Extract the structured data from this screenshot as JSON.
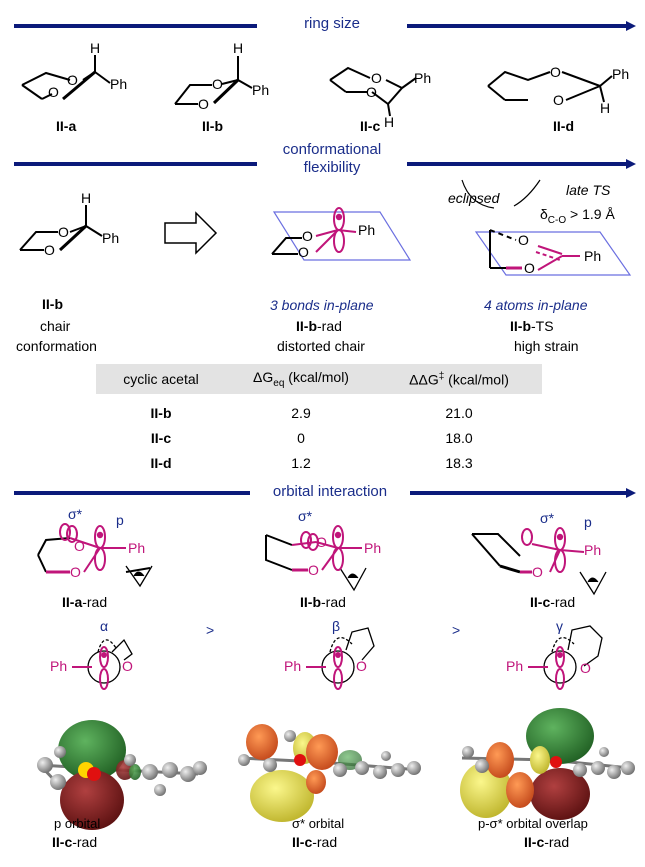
{
  "headers": {
    "ring_size": "ring size",
    "flexibility_line1": "conformational",
    "flexibility_line2": "flexibility",
    "orbital": "orbital interaction"
  },
  "row1": {
    "labels": [
      "II-a",
      "II-b",
      "II-c",
      "II-d"
    ],
    "ph": "Ph",
    "h": "H",
    "o": "O"
  },
  "row2": {
    "left_label": "II-b",
    "left_desc1": "chair",
    "left_desc2": "conformation",
    "mid_note": "3 bonds in-plane",
    "mid_label_main": "II-b",
    "mid_label_suffix": "-rad",
    "mid_desc": "distorted chair",
    "right_note": "4 atoms in-plane",
    "right_label_main": "II-b",
    "right_label_suffix": "-TS",
    "right_desc": "high strain",
    "eclipsed": "eclipsed",
    "late_ts": "late TS",
    "delta_text": "δ",
    "delta_sub": "C-O",
    "delta_value": " > 1.9 Å"
  },
  "table": {
    "head_col1": "cyclic acetal",
    "head_col2_main": "ΔG",
    "head_col2_sub": "eq",
    "head_col2_unit": " (kcal/mol)",
    "head_col3_main": "ΔΔG",
    "head_col3_sup": "‡",
    "head_col3_unit": " (kcal/mol)",
    "rows": [
      {
        "name": "II-b",
        "dg": "2.9",
        "ddg": "21.0"
      },
      {
        "name": "II-c",
        "dg": "0",
        "ddg": "18.0"
      },
      {
        "name": "II-d",
        "dg": "1.2",
        "ddg": "18.3"
      }
    ]
  },
  "row3": {
    "sigma_star": "σ*",
    "p": "p",
    "labels_main": [
      "II-a",
      "II-b",
      "II-c"
    ],
    "label_suffix": "-rad",
    "greek": [
      "α",
      "β",
      "γ"
    ],
    "gt": ">"
  },
  "row4": {
    "captions": [
      "p orbital",
      "σ* orbital",
      "p-σ* orbital overlap"
    ],
    "labels_main": "II-c",
    "label_suffix": "-rad"
  },
  "colors": {
    "navy": "#0b1a7a",
    "magenta": "#c0157a",
    "plane": "#6b6fe0",
    "table_header": "#e3e3e3",
    "green": "#2e7d32",
    "darkred": "#8b1a1a",
    "orange": "#e8622a",
    "yellow": "#e6e040"
  }
}
